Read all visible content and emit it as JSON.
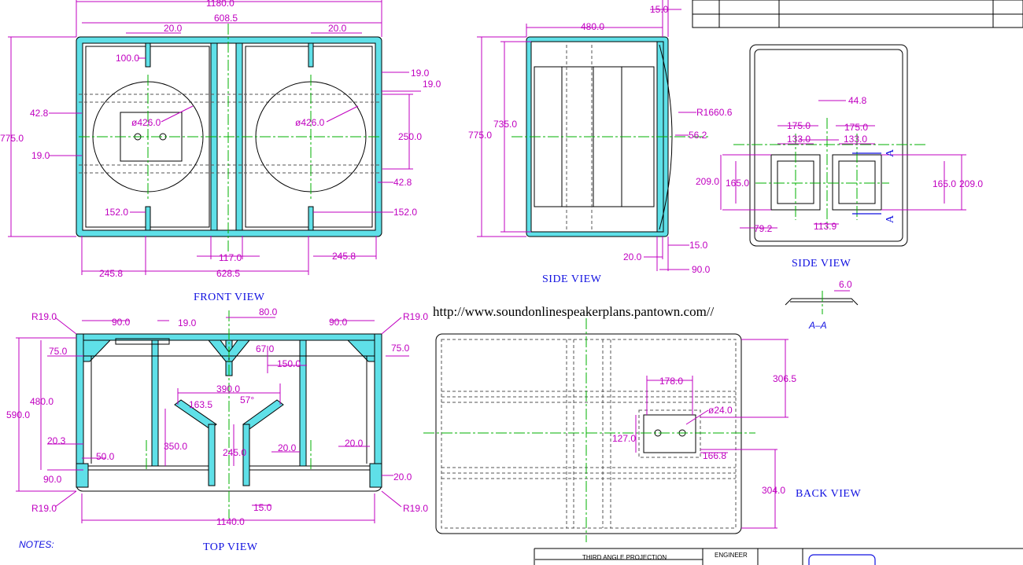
{
  "views": {
    "front": "FRONT VIEW",
    "side": "SIDE VIEW",
    "side_right": "SIDE VIEW",
    "top": "TOP VIEW",
    "back": "BACK VIEW",
    "section": "A–A",
    "section_mark": "A"
  },
  "url": "http://www.soundonlinespeakerplans.pantown.com//",
  "notes": "NOTES:",
  "title_block": {
    "projection": "THIRD ANGLE PROJECTION",
    "engineer": "ENGINEER"
  },
  "dims": {
    "front": {
      "overall_w": "1180.0",
      "half_w": "608.5",
      "slot_l": "20.0",
      "slot_r": "20.0",
      "gap_top": "100.0",
      "d19a": "19.0",
      "d19b": "19.0",
      "d42a": "42.8",
      "dia_l": "ø426.0",
      "dia_r": "ø426.0",
      "h775": "775.0",
      "d250": "250.0",
      "d19c": "19.0",
      "d42b": "42.8",
      "d152a": "152.0",
      "d152b": "152.0",
      "d117": "117.0",
      "d245a": "245.8",
      "d245b": "245.8",
      "d628": "628.5"
    },
    "side": {
      "d15": "15.0",
      "d480": "480.0",
      "d775": "775.0",
      "d735": "735.0",
      "r1660": "R1660.6",
      "d56": "56.2",
      "d20": "20.0",
      "d15b": "15.0",
      "d90": "90.0"
    },
    "side_right": {
      "d44": "44.8",
      "d175a": "175.0",
      "d175b": "175.0",
      "d133a": "133.0",
      "d133b": "133.0",
      "d209a": "209.0",
      "d165a": "165.0",
      "d165b": "165.0",
      "d209b": "209.0",
      "d79": "79.2",
      "d113": "113.9",
      "d6": "6.0"
    },
    "top": {
      "r19a": "R19.0",
      "r19b": "R19.0",
      "r19c": "R19.0",
      "r19d": "R19.0",
      "d90a": "90.0",
      "d19": "19.0",
      "d80": "80.0",
      "d90b": "90.0",
      "d75a": "75.0",
      "d75b": "75.0",
      "d67": "67.0",
      "d150": "150.0",
      "d480": "480.0",
      "d590": "590.0",
      "d390": "390.0",
      "d163": "163.5",
      "d57": "57°",
      "d350": "350.0",
      "d245": "245.0",
      "d20a": "20.3",
      "d50": "50.0",
      "d20b": "20.0",
      "d20c": "20.0",
      "d20d": "20.0",
      "d90c": "90.0",
      "d15": "15.0",
      "d1140": "1140.0"
    },
    "back": {
      "d306": "306.5",
      "d178": "178.0",
      "d24": "ø24.0",
      "d127": "127.0",
      "d166": "166.8",
      "d304": "304.0"
    }
  }
}
